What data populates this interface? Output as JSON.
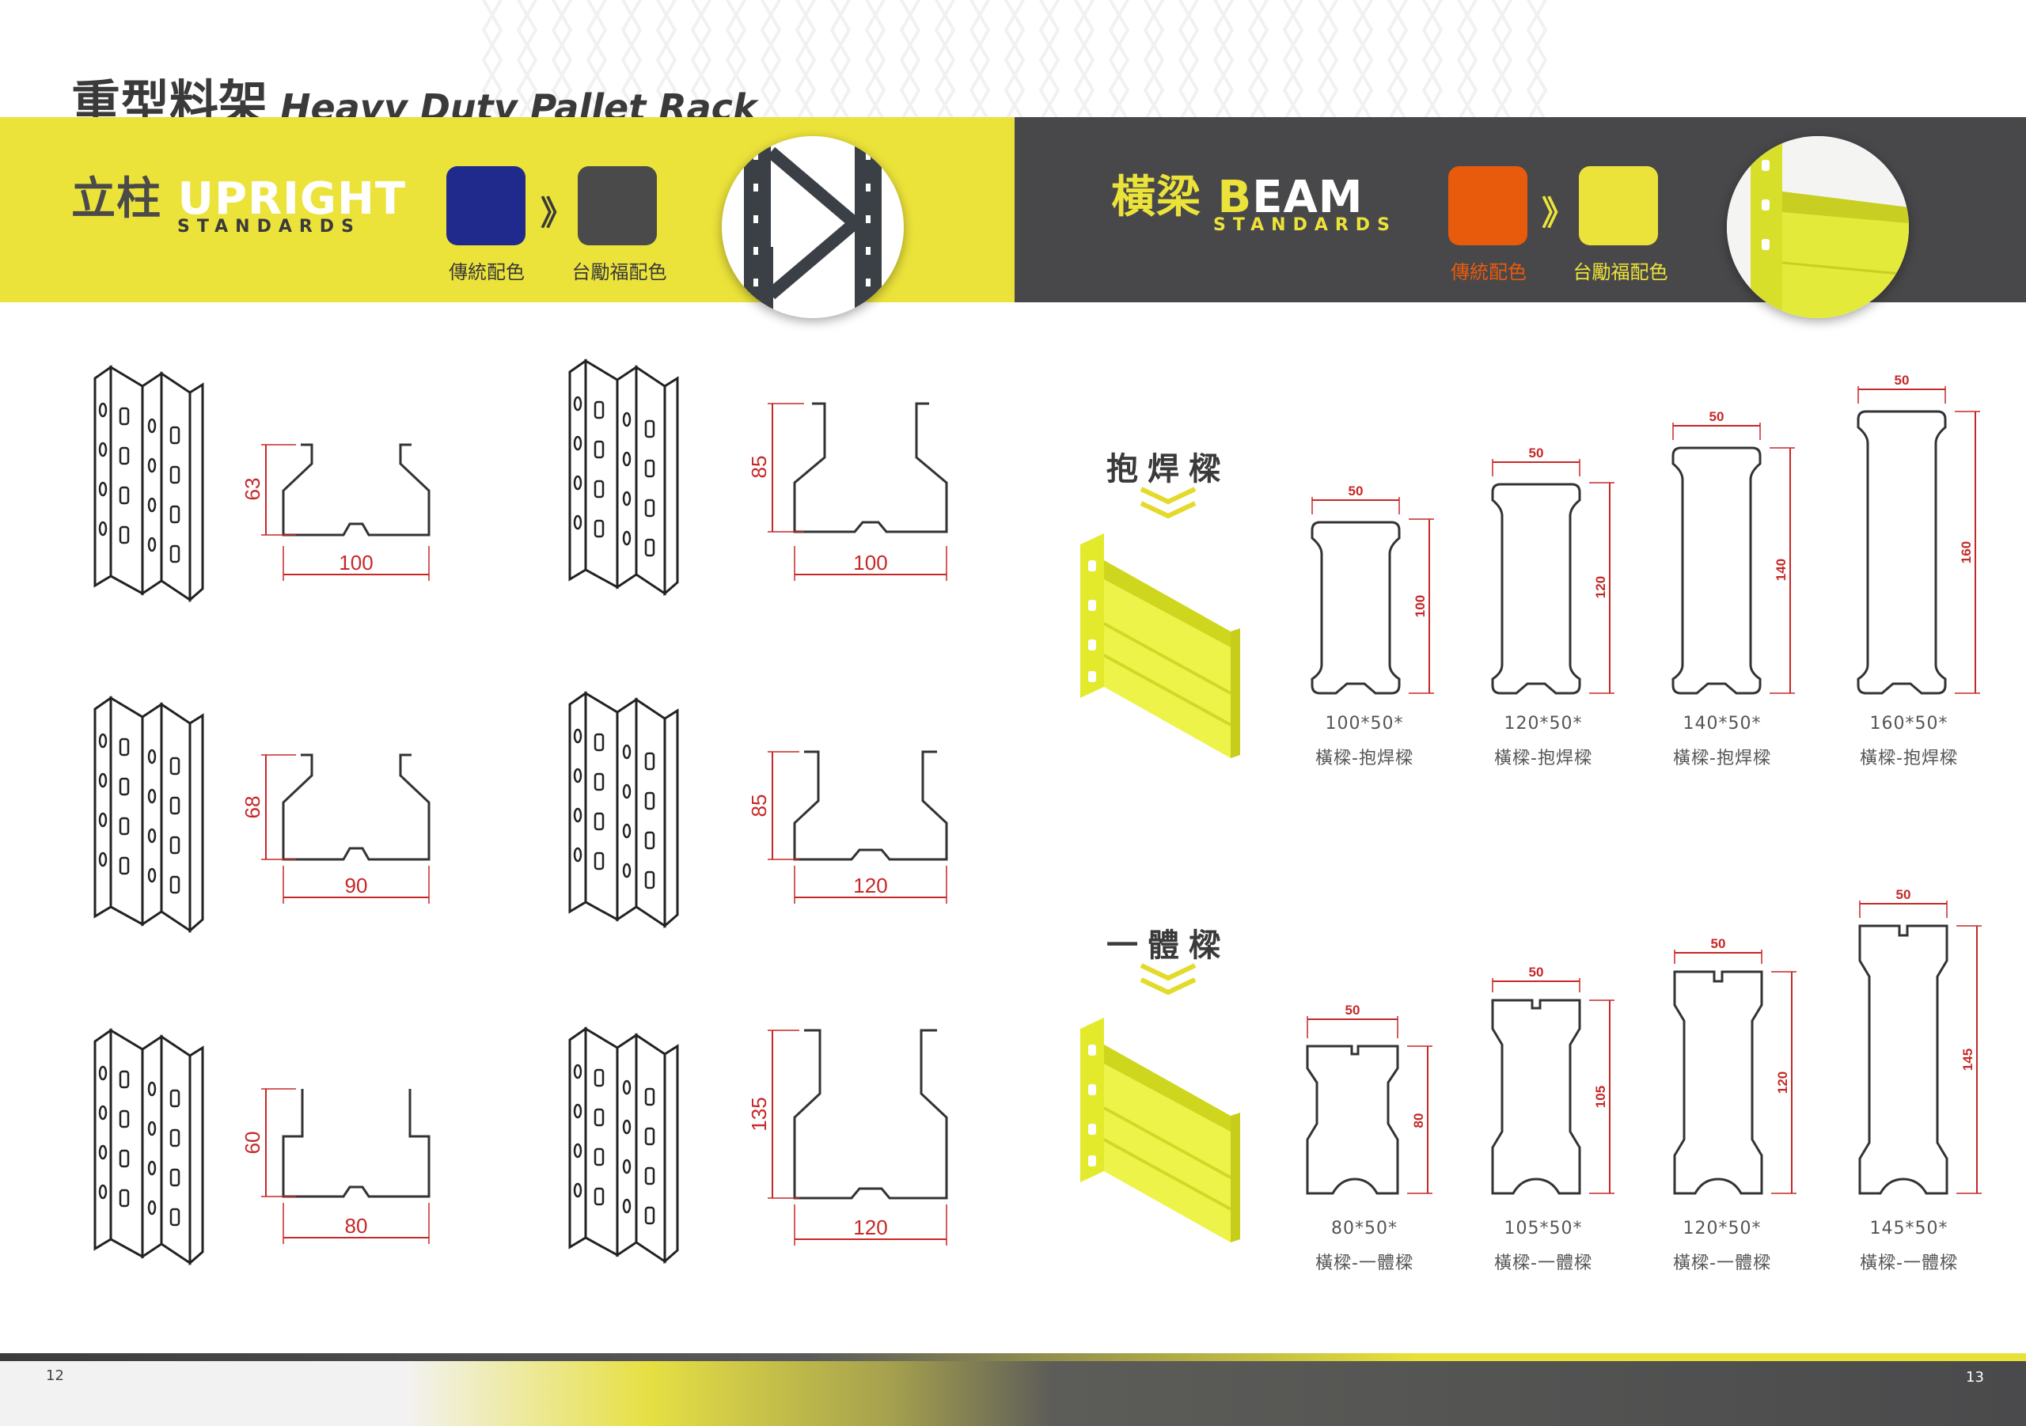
{
  "header": {
    "title_zh": "重型料架",
    "title_en": "Heavy Duty Pallet Rack"
  },
  "upright": {
    "title_zh": "立柱",
    "title_en_initial": "U",
    "title_en_rest": "PRIGHT",
    "subtitle": "STANDARDS",
    "swatch_traditional_label": "傳統配色",
    "swatch_brand_label": "台勵福配色",
    "arrow": "》",
    "colors": {
      "traditional": "#1f2a8c",
      "brand": "#4a4a4a"
    },
    "profiles": [
      {
        "height": "63",
        "width": "100"
      },
      {
        "height": "85",
        "width": "100"
      },
      {
        "height": "68",
        "width": "90"
      },
      {
        "height": "85",
        "width": "120"
      },
      {
        "height": "60",
        "width": "80"
      },
      {
        "height": "135",
        "width": "120"
      }
    ]
  },
  "beam": {
    "title_zh": "橫梁",
    "title_en_initial": "B",
    "title_en_rest": "EAM",
    "subtitle": "STANDARDS",
    "swatch_traditional_label": "傳統配色",
    "swatch_brand_label": "台勵福配色",
    "arrow": "》",
    "colors": {
      "traditional": "#e85a0c",
      "brand": "#ece33a"
    },
    "welded": {
      "heading": "抱焊樑",
      "items": [
        {
          "height": "100",
          "width": "50",
          "size": "100*50*",
          "type": "橫樑-抱焊樑"
        },
        {
          "height": "120",
          "width": "50",
          "size": "120*50*",
          "type": "橫樑-抱焊樑"
        },
        {
          "height": "140",
          "width": "50",
          "size": "140*50*",
          "type": "橫樑-抱焊樑"
        },
        {
          "height": "160",
          "width": "50",
          "size": "160*50*",
          "type": "橫樑-抱焊樑"
        }
      ]
    },
    "integral": {
      "heading": "一體樑",
      "items": [
        {
          "height": "80",
          "width": "50",
          "size": "80*50*",
          "type": "橫樑-一體樑"
        },
        {
          "height": "105",
          "width": "50",
          "size": "105*50*",
          "type": "橫樑-一體樑"
        },
        {
          "height": "120",
          "width": "50",
          "size": "120*50*",
          "type": "橫樑-一體樑"
        },
        {
          "height": "145",
          "width": "50",
          "size": "145*50*",
          "type": "橫樑-一體樑"
        }
      ]
    }
  },
  "footer": {
    "page_left": "12",
    "page_right": "13"
  }
}
